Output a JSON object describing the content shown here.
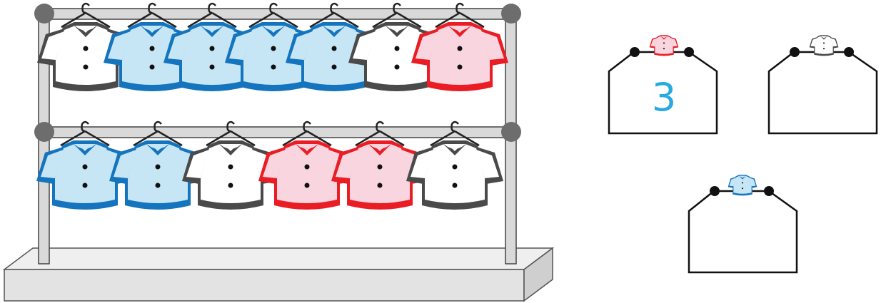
{
  "colors": {
    "white_shirt": "#ffffff",
    "white_trim": "#4a4a4a",
    "blue_shirt": "#c6e6f6",
    "blue_trim": "#1474bd",
    "pink_shirt": "#f9d5df",
    "pink_trim": "#ea1c24",
    "rack_pipe": "#d9d9d9",
    "rack_joint": "#6d6d6d",
    "base_fill": "#e6e6e6",
    "count_text": "#29a9e1"
  },
  "rack": {
    "top_row": [
      "white",
      "blue",
      "blue",
      "blue",
      "blue",
      "white",
      "pink"
    ],
    "bottom_row": [
      "blue",
      "blue",
      "white",
      "pink",
      "pink",
      "white"
    ]
  },
  "tags": [
    {
      "color": "pink",
      "count": "3"
    },
    {
      "color": "white",
      "count": ""
    },
    {
      "color": "blue",
      "count": ""
    }
  ]
}
